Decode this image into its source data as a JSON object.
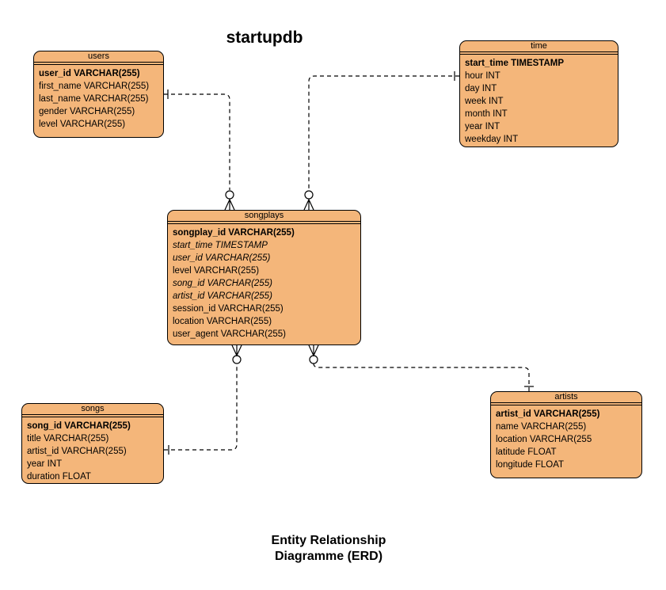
{
  "diagram_title": "startupdb",
  "caption": [
    "Entity Relationship",
    "Diagramme (ERD)"
  ],
  "colors": {
    "entity_fill": "#f4b67a",
    "stroke": "#000000",
    "background": "#ffffff"
  },
  "entities": {
    "users": {
      "name": "users",
      "fields": [
        {
          "text": "user_id  VARCHAR(255)",
          "kind": "pk"
        },
        {
          "text": "first_name  VARCHAR(255)",
          "kind": "plain"
        },
        {
          "text": "last_name  VARCHAR(255)",
          "kind": "plain"
        },
        {
          "text": "gender  VARCHAR(255)",
          "kind": "plain"
        },
        {
          "text": "level  VARCHAR(255)",
          "kind": "plain"
        }
      ]
    },
    "time": {
      "name": "time",
      "fields": [
        {
          "text": "start_time TIMESTAMP",
          "kind": "pk"
        },
        {
          "text": "hour INT",
          "kind": "plain"
        },
        {
          "text": "day INT",
          "kind": "plain"
        },
        {
          "text": "week INT",
          "kind": "plain"
        },
        {
          "text": "month INT",
          "kind": "plain"
        },
        {
          "text": "year INT",
          "kind": "plain"
        },
        {
          "text": "weekday INT",
          "kind": "plain"
        }
      ]
    },
    "songplays": {
      "name": "songplays",
      "fields": [
        {
          "text": "songplay_id VARCHAR(255)",
          "kind": "pk"
        },
        {
          "text": "start_time TIMESTAMP",
          "kind": "fk"
        },
        {
          "text": "user_id VARCHAR(255)",
          "kind": "fk"
        },
        {
          "text": "level VARCHAR(255)",
          "kind": "plain"
        },
        {
          "text": "song_id VARCHAR(255)",
          "kind": "fk"
        },
        {
          "text": "artist_id VARCHAR(255)",
          "kind": "fk"
        },
        {
          "text": "session_id VARCHAR(255)",
          "kind": "plain"
        },
        {
          "text": "location VARCHAR(255)",
          "kind": "plain"
        },
        {
          "text": "user_agent VARCHAR(255)",
          "kind": "plain"
        }
      ]
    },
    "songs": {
      "name": "songs",
      "fields": [
        {
          "text": "song_id VARCHAR(255)",
          "kind": "pk"
        },
        {
          "text": "title VARCHAR(255)",
          "kind": "plain"
        },
        {
          "text": "artist_id VARCHAR(255)",
          "kind": "plain"
        },
        {
          "text": "year INT",
          "kind": "plain"
        },
        {
          "text": "duration FLOAT",
          "kind": "plain"
        }
      ]
    },
    "artists": {
      "name": "artists",
      "fields": [
        {
          "text": "artist_id VARCHAR(255)",
          "kind": "pk"
        },
        {
          "text": "name VARCHAR(255)",
          "kind": "plain"
        },
        {
          "text": "location VARCHAR(255",
          "kind": "plain"
        },
        {
          "text": "latitude FLOAT",
          "kind": "plain"
        },
        {
          "text": "longitude FLOAT",
          "kind": "plain"
        }
      ]
    }
  },
  "relationships": [
    {
      "from": "users",
      "to": "songplays",
      "from_card": "one",
      "to_card": "zero-or-many",
      "line": "dashed"
    },
    {
      "from": "time",
      "to": "songplays",
      "from_card": "one",
      "to_card": "zero-or-many",
      "line": "dashed"
    },
    {
      "from": "songs",
      "to": "songplays",
      "from_card": "one",
      "to_card": "zero-or-many",
      "line": "dashed"
    },
    {
      "from": "artists",
      "to": "songplays",
      "from_card": "one",
      "to_card": "zero-or-many",
      "line": "dashed"
    }
  ]
}
